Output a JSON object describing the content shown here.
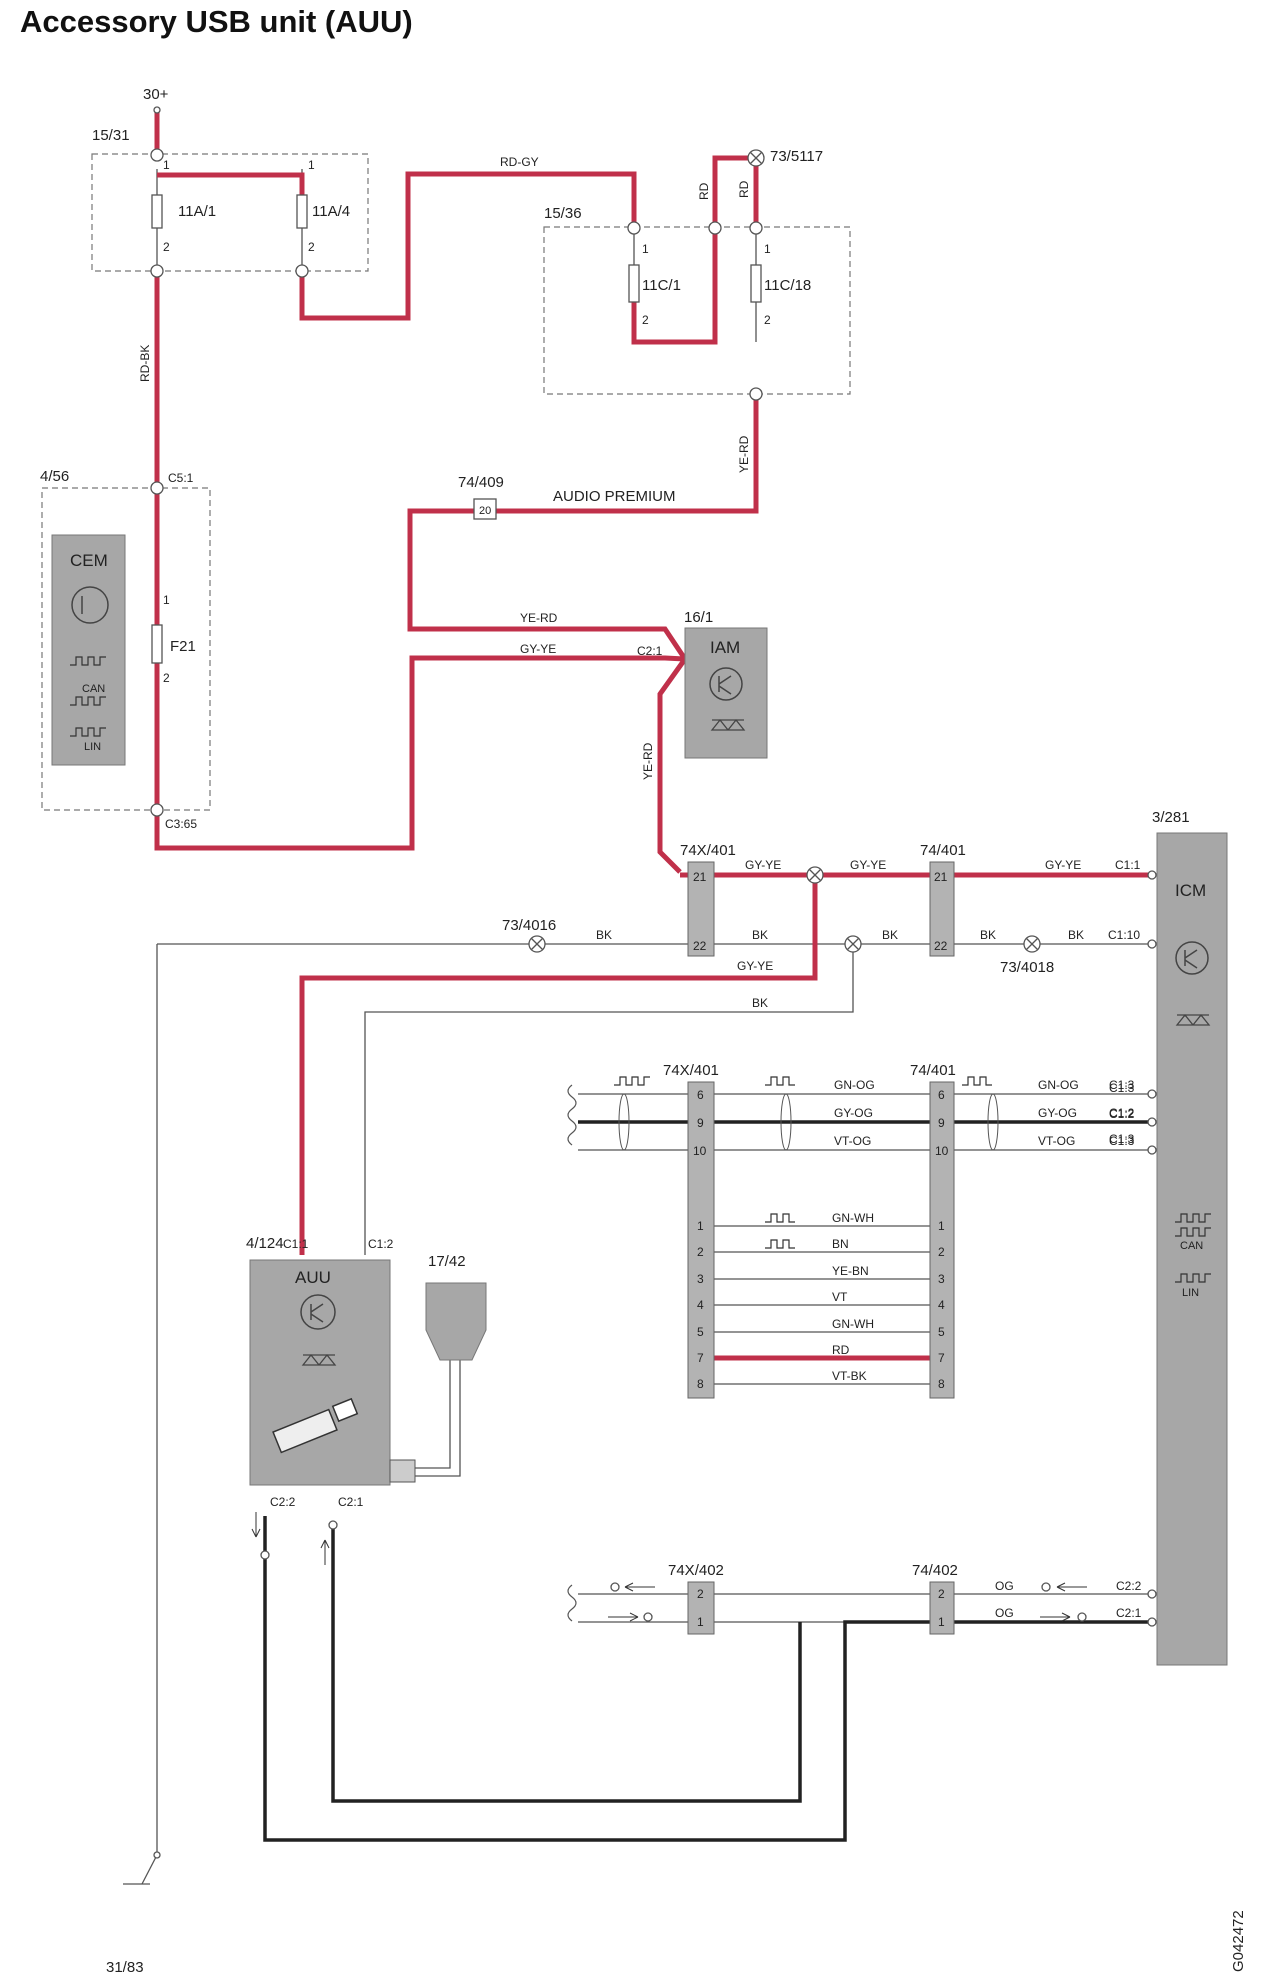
{
  "title": "Accessory USB unit (AUU)",
  "document_code": "G042472",
  "labels": {
    "supply": "30+",
    "ground": "31/83",
    "fusebox_a": "15/31",
    "fusebox_b": "15/36",
    "cem_box": "4/56",
    "iam_id": "16/1",
    "icm_id": "3/281",
    "auu_id": "4/124",
    "usb_socket_id": "17/42",
    "splice_5117": "73/5117",
    "splice_4016": "73/4016",
    "splice_4018": "73/4018",
    "conn_409": "74/409",
    "conn_409_pin": "20",
    "audio_premium": "AUDIO PREMIUM",
    "conn_74x401": "74X/401",
    "conn_74401": "74/401",
    "conn_74x401_b": "74X/401",
    "conn_74401_b": "74/401",
    "conn_74x402": "74X/402",
    "conn_74402": "74/402"
  },
  "modules": {
    "cem": "CEM",
    "iam": "IAM",
    "icm": "ICM",
    "auu": "AUU",
    "can": "CAN",
    "lin": "LIN"
  },
  "fuses": {
    "f11a1": "11A/1",
    "f11a4": "11A/4",
    "f11c1": "11C/1",
    "f11c18": "11C/18",
    "f21": "F21"
  },
  "pins": {
    "one": "1",
    "two": "2",
    "c5_1": "C5:1",
    "c3_65": "C3:65",
    "c2_1": "C2:1",
    "c1_1": "C1:1",
    "c1_10": "C1:10",
    "c1_3": "C1:3",
    "c1_2": "C1:2",
    "c2_2": "C2:2",
    "auu_c1_1": "C1:1",
    "auu_c1_2": "C1:2",
    "auu_c2_2": "C2:2",
    "auu_c2_1": "C2:1",
    "p21": "21",
    "p22": "22"
  },
  "wire_colors": {
    "rd_gy": "RD-GY",
    "rd_a": "RD",
    "rd_b": "RD",
    "rd_bk": "RD-BK",
    "ye_rd_a": "YE-RD",
    "ye_rd_b": "YE-RD",
    "ye_rd_c": "YE-RD",
    "gy_ye_a": "GY-YE",
    "gy_ye_b": "GY-YE",
    "gy_ye_c": "GY-YE",
    "gy_ye_d": "GY-YE",
    "gy_ye_e": "GY-YE",
    "bk_a": "BK",
    "bk_b": "BK",
    "bk_c": "BK",
    "bk_d": "BK",
    "bk_e": "BK",
    "bk_f": "BK",
    "og_a": "OG",
    "og_b": "OG"
  },
  "harness_rows": [
    {
      "left_pin": "6",
      "right_pin": "6",
      "color": "GN-OG",
      "icm_pin": "C1:3"
    },
    {
      "left_pin": "9",
      "right_pin": "9",
      "color": "GY-OG",
      "icm_pin": "C1:2"
    },
    {
      "left_pin": "10",
      "right_pin": "10",
      "color": "VT-OG",
      "icm_pin": "C1:3"
    }
  ],
  "internal_rows": [
    {
      "left_pin": "1",
      "right_pin": "1",
      "color": "GN-WH"
    },
    {
      "left_pin": "2",
      "right_pin": "2",
      "color": "BN"
    },
    {
      "left_pin": "3",
      "right_pin": "3",
      "color": "YE-BN"
    },
    {
      "left_pin": "4",
      "right_pin": "4",
      "color": "VT"
    },
    {
      "left_pin": "5",
      "right_pin": "5",
      "color": "GN-WH"
    },
    {
      "left_pin": "7",
      "right_pin": "7",
      "color": "RD"
    },
    {
      "left_pin": "8",
      "right_pin": "8",
      "color": "VT-BK"
    }
  ],
  "bottom_rows": [
    {
      "left_pin": "2",
      "right_pin": "2"
    },
    {
      "left_pin": "1",
      "right_pin": "1"
    }
  ],
  "colors": {
    "power_wire": "#c0304a",
    "module_fill": "#a7a7a7",
    "signal_wire": "#222222"
  }
}
